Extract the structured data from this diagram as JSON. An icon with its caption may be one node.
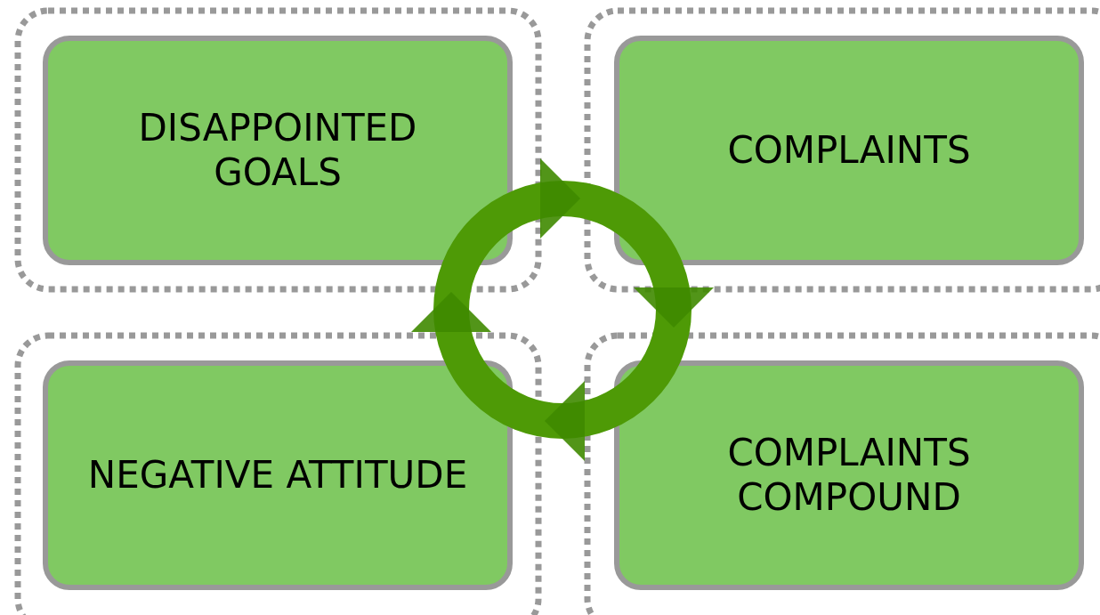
{
  "diagram": {
    "nodes": [
      {
        "text": [
          "DISAPPOINTED GOALS"
        ]
      },
      {
        "text": [
          "COMPLAINTS"
        ]
      },
      {
        "text": [
          "NEGATIVE ATTITUDE"
        ]
      },
      {
        "text": [
          "COMPLAINTS COMPOUND"
        ]
      },
      {
        "text": [],
        "shape": "circle"
      }
    ]
  }
}
